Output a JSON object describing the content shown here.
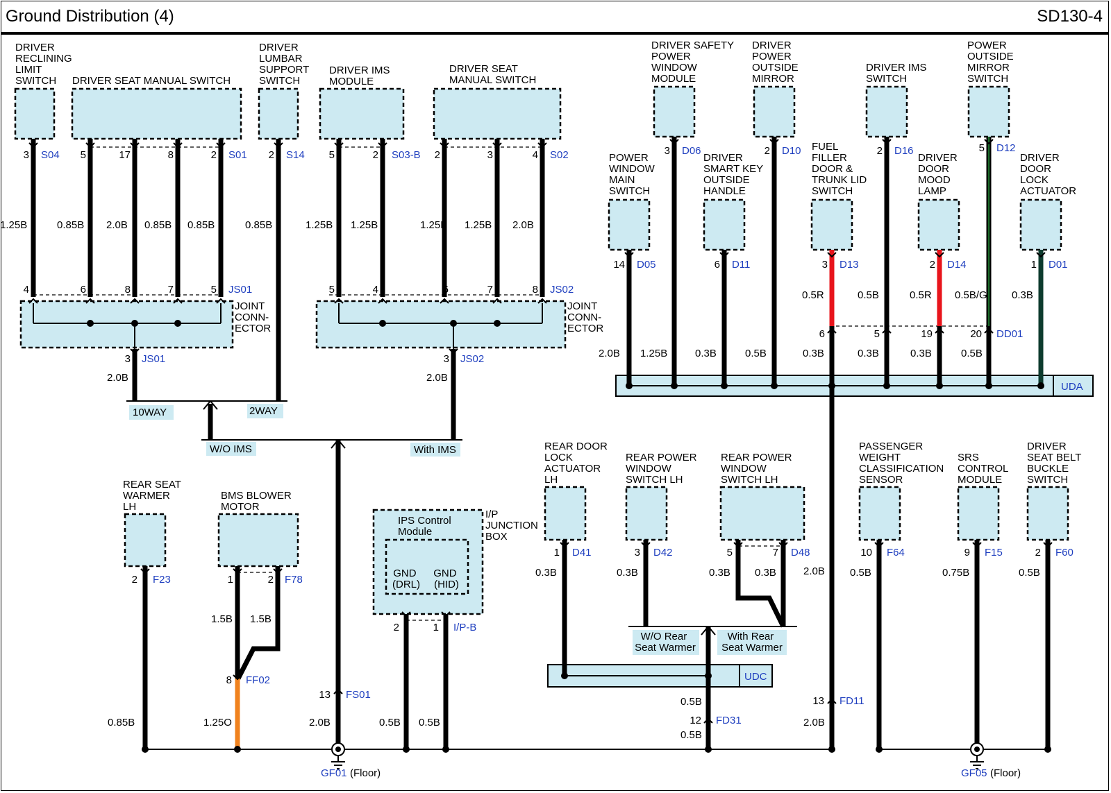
{
  "header": {
    "title": "Ground Distribution (4)",
    "sheet_code": "SD130-4"
  },
  "colors": {
    "ground_wire": "#000000",
    "red_wire": "#e8141b",
    "orange_wire": "#f0821e",
    "green_wire": "#1c6b2b",
    "dark_green_wire": "#0d3b2e",
    "component_fill": "#cdeaf2",
    "connector_text": "#1f3fbf"
  },
  "components": {
    "driver_reclining_limit_switch": [
      "DRIVER",
      "RECLINING",
      "LIMIT",
      "SWITCH"
    ],
    "driver_seat_manual_switch_1": [
      "DRIVER SEAT MANUAL SWITCH"
    ],
    "driver_lumbar_support_switch": [
      "DRIVER",
      "LUMBAR",
      "SUPPORT",
      "SWITCH"
    ],
    "driver_ims_module": [
      "DRIVER IMS",
      "MODULE"
    ],
    "driver_seat_manual_switch_2": [
      "DRIVER SEAT",
      "MANUAL SWITCH"
    ],
    "joint_connector_1": [
      "JOINT",
      "CONN-",
      "ECTOR"
    ],
    "joint_connector_2": [
      "JOINT",
      "CONN-",
      "ECTOR"
    ],
    "driver_safety_power_window_module": [
      "DRIVER SAFETY",
      "POWER",
      "WINDOW",
      "MODULE"
    ],
    "driver_power_outside_mirror": [
      "DRIVER",
      "POWER",
      "OUTSIDE",
      "MIRROR"
    ],
    "driver_ims_switch": [
      "DRIVER IMS",
      "SWITCH"
    ],
    "power_outside_mirror_switch": [
      "POWER",
      "OUTSIDE",
      "MIRROR",
      "SWITCH"
    ],
    "power_window_main_switch": [
      "POWER",
      "WINDOW",
      "MAIN",
      "SWITCH"
    ],
    "driver_smart_key_outside_handle": [
      "DRIVER",
      "SMART KEY",
      "OUTSIDE",
      "HANDLE"
    ],
    "fuel_filler_door_trunk_lid_switch": [
      "FUEL",
      "FILLER",
      "DOOR &",
      "TRUNK LID",
      "SWITCH"
    ],
    "driver_door_mood_lamp": [
      "DRIVER",
      "DOOR",
      "MOOD",
      "LAMP"
    ],
    "driver_door_lock_actuator": [
      "DRIVER",
      "DOOR",
      "LOCK",
      "ACTUATOR"
    ],
    "rear_seat_warmer_lh": [
      "REAR SEAT",
      "WARMER",
      "LH"
    ],
    "bms_blower_motor": [
      "BMS BLOWER",
      "MOTOR"
    ],
    "ips_control_module": [
      "IPS Control",
      "Module"
    ],
    "ip_junction_box": [
      "I/P",
      "JUNCTION",
      "BOX"
    ],
    "gnd_drl": [
      "GND",
      "(DRL)"
    ],
    "gnd_hid": [
      "GND",
      "(HID)"
    ],
    "rear_door_lock_actuator_lh": [
      "REAR DOOR",
      "LOCK",
      "ACTUATOR",
      "LH"
    ],
    "rear_power_window_switch_lh_1": [
      "REAR POWER",
      "WINDOW",
      "SWITCH LH"
    ],
    "rear_power_window_switch_lh_2": [
      "REAR POWER",
      "WINDOW",
      "SWITCH LH"
    ],
    "passenger_weight_classification_sensor": [
      "PASSENGER",
      "WEIGHT",
      "CLASSIFICATION",
      "SENSOR"
    ],
    "srs_control_module": [
      "SRS",
      "CONTROL",
      "MODULE"
    ],
    "driver_seat_belt_buckle_switch": [
      "DRIVER",
      "SEAT BELT",
      "BUCKLE",
      "SWITCH"
    ]
  },
  "connectors": {
    "S04": "S04",
    "S01": "S01",
    "S14": "S14",
    "S03B": "S03-B",
    "S02": "S02",
    "JS01": "JS01",
    "JS02": "JS02",
    "D06": "D06",
    "D10": "D10",
    "D16": "D16",
    "D12": "D12",
    "D05": "D05",
    "D11": "D11",
    "D13": "D13",
    "D14": "D14",
    "D01": "D01",
    "DD01": "DD01",
    "UDA": "UDA",
    "UDC": "UDC",
    "F23": "F23",
    "F78": "F78",
    "FF02": "FF02",
    "FS01": "FS01",
    "IPB": "I/P-B",
    "D41": "D41",
    "D42": "D42",
    "D48": "D48",
    "FD31": "FD31",
    "FD11": "FD11",
    "F64": "F64",
    "F15": "F15",
    "F60": "F60"
  },
  "options": {
    "ten_way": "10WAY",
    "two_way": "2WAY",
    "wo_ims": "W/O IMS",
    "with_ims": "With IMS",
    "wo_rear_seat_warmer": [
      "W/O Rear",
      "Seat Warmer"
    ],
    "with_rear_seat_warmer": [
      "With Rear",
      "Seat Warmer"
    ]
  },
  "grounds": {
    "gf01": {
      "id": "GF01",
      "location": "(Floor)"
    },
    "gf05": {
      "id": "GF05",
      "location": "(Floor)"
    }
  },
  "pins": {
    "s04": "3",
    "s01": [
      "5",
      "17",
      "8",
      "2"
    ],
    "s14": "2",
    "s03b": [
      "5",
      "2"
    ],
    "s02": [
      "2",
      "3",
      "4"
    ],
    "js01_in": [
      "4",
      "6",
      "8",
      "7",
      "5"
    ],
    "js02_in": [
      "5",
      "4",
      "6",
      "7",
      "8"
    ],
    "js01_out": "3",
    "js02_out": "3",
    "d06": "3",
    "d10": "2",
    "d16": "2",
    "d12": "5",
    "d05": "14",
    "d11": "6",
    "d13": "3",
    "d14": "2",
    "d01": "1",
    "dd01": [
      "6",
      "5",
      "19",
      "20"
    ],
    "f23": "2",
    "f78": [
      "1",
      "2"
    ],
    "ff02": "8",
    "fs01": "13",
    "ipb": [
      "2",
      "1"
    ],
    "d41": "1",
    "d42": "3",
    "d48": [
      "5",
      "7"
    ],
    "fd31": "12",
    "fd11": "13",
    "f64": "10",
    "f15": "9",
    "f60": "2"
  },
  "wires": {
    "s04": "1.25B",
    "s01": [
      "0.85B",
      "2.0B",
      "0.85B",
      "0.85B"
    ],
    "s14": "0.85B",
    "s03b": [
      "1.25B",
      "1.25B"
    ],
    "s02": [
      "1.25B",
      "1.25B",
      "2.0B"
    ],
    "js01_out": "2.0B",
    "js02_out": "2.0B",
    "d13": "0.5R",
    "d16": "0.5B",
    "d14": "0.5R",
    "d12": "0.5B/G",
    "d01": "0.3B",
    "uda_in": [
      "2.0B",
      "1.25B",
      "0.3B",
      "0.5B",
      "0.3B",
      "0.3B",
      "0.3B",
      "0.5B"
    ],
    "f23": "0.85B",
    "f78": [
      "1.5B",
      "1.5B"
    ],
    "ff02": "1.25O",
    "fs01": "2.0B",
    "ipb": [
      "0.5B",
      "0.5B"
    ],
    "d41": "0.3B",
    "d42": "0.3B",
    "d48": [
      "0.3B",
      "0.3B"
    ],
    "fd11_up": "2.0B",
    "fd11_down": "2.0B",
    "fd31_up": "0.5B",
    "fd31_down": "0.5B",
    "f64": "0.5B",
    "f15": "0.75B",
    "f60": "0.5B"
  }
}
